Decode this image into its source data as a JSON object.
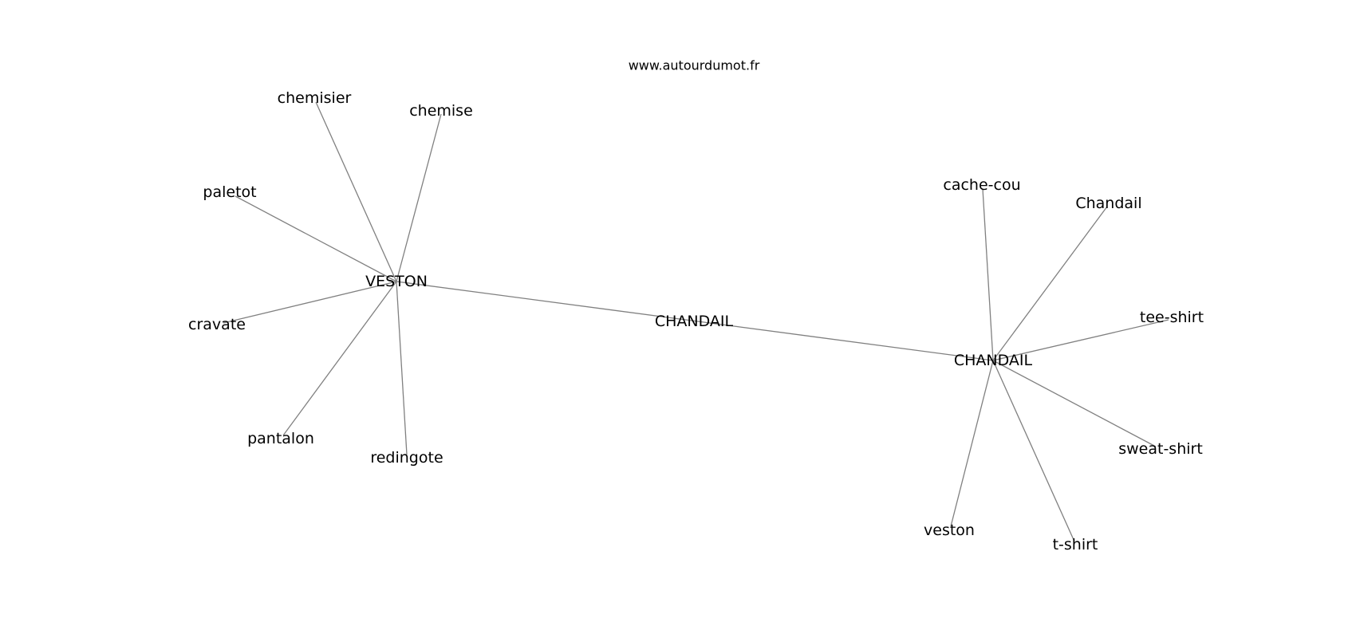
{
  "header": {
    "site": "www.autourdumot.fr"
  },
  "graph": {
    "edge_color": "#808080",
    "text_color": "#000000",
    "nodes": [
      {
        "id": "veston_hub",
        "label": "VESTON"
      },
      {
        "id": "chandail_center",
        "label": "CHANDAIL"
      },
      {
        "id": "chandail_hub",
        "label": "CHANDAIL"
      },
      {
        "id": "chemisier",
        "label": "chemisier"
      },
      {
        "id": "chemise",
        "label": "chemise"
      },
      {
        "id": "paletot",
        "label": "paletot"
      },
      {
        "id": "cravate",
        "label": "cravate"
      },
      {
        "id": "pantalon",
        "label": "pantalon"
      },
      {
        "id": "redingote",
        "label": "redingote"
      },
      {
        "id": "cache-cou",
        "label": "cache-cou"
      },
      {
        "id": "Chandail",
        "label": "Chandail"
      },
      {
        "id": "tee-shirt",
        "label": "tee-shirt"
      },
      {
        "id": "sweat-shirt",
        "label": "sweat-shirt"
      },
      {
        "id": "t-shirt",
        "label": "t-shirt"
      },
      {
        "id": "veston",
        "label": "veston"
      }
    ],
    "edges": [
      [
        "veston_hub",
        "chandail_hub"
      ],
      [
        "veston_hub",
        "chemisier"
      ],
      [
        "veston_hub",
        "chemise"
      ],
      [
        "veston_hub",
        "paletot"
      ],
      [
        "veston_hub",
        "cravate"
      ],
      [
        "veston_hub",
        "pantalon"
      ],
      [
        "veston_hub",
        "redingote"
      ],
      [
        "chandail_hub",
        "cache-cou"
      ],
      [
        "chandail_hub",
        "Chandail"
      ],
      [
        "chandail_hub",
        "tee-shirt"
      ],
      [
        "chandail_hub",
        "sweat-shirt"
      ],
      [
        "chandail_hub",
        "t-shirt"
      ],
      [
        "chandail_hub",
        "veston"
      ]
    ]
  }
}
